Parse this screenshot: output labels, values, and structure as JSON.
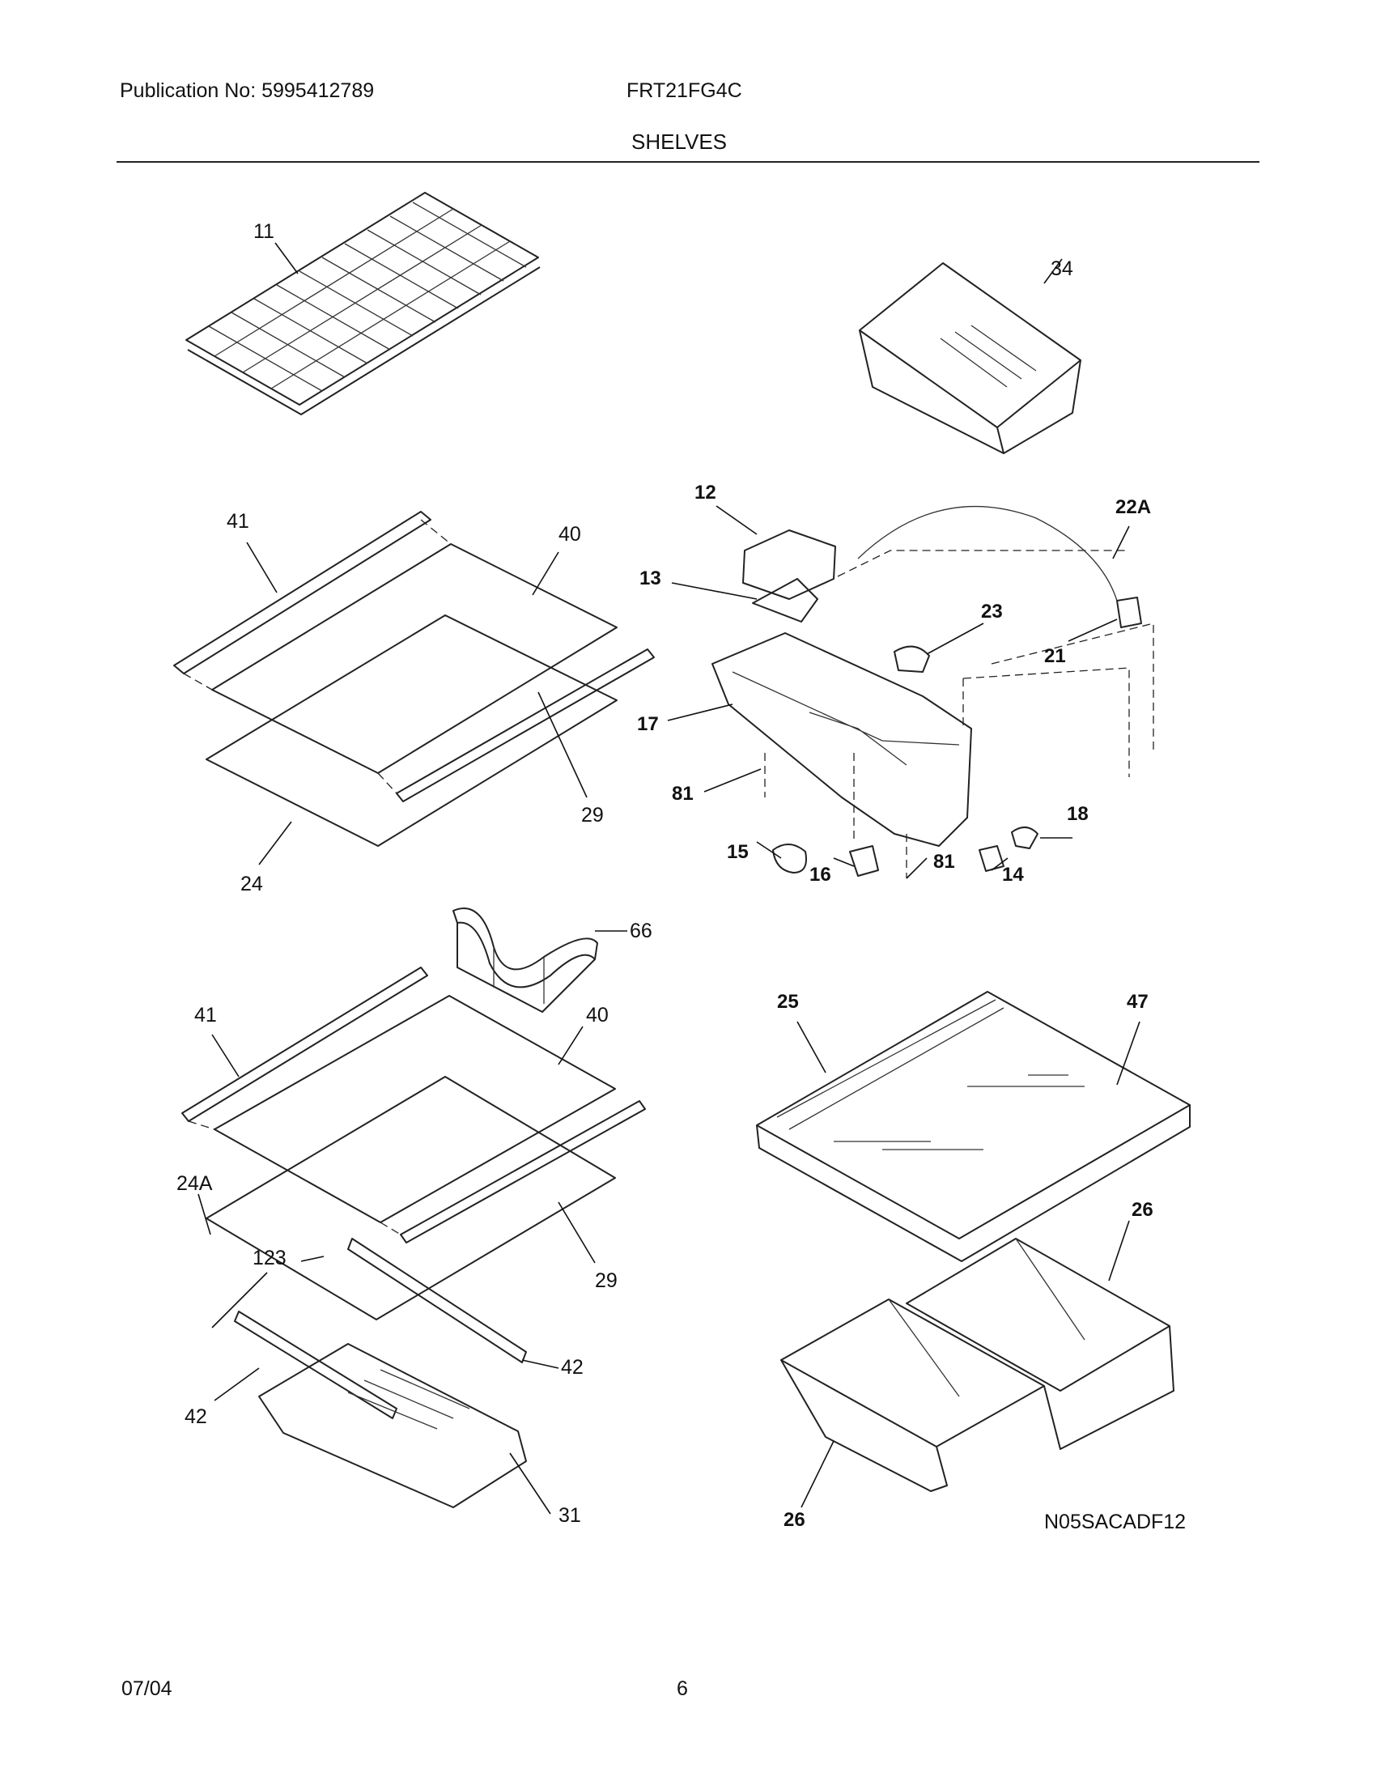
{
  "header": {
    "publication": "Publication No: 5995412789",
    "model": "FRT21FG4C",
    "section_title": "SHELVES"
  },
  "footer": {
    "date": "07/04",
    "page_number": "6"
  },
  "diagram": {
    "drawing_code": "N05SACADF12",
    "callouts": {
      "c11": "11",
      "c34": "34",
      "c41a": "41",
      "c40a": "40",
      "c29a": "29",
      "c24": "24",
      "c66": "66",
      "c12": "12",
      "c22a": "22A",
      "c13": "13",
      "c23": "23",
      "c21": "21",
      "c17": "17",
      "c81a": "81",
      "c18": "18",
      "c15": "15",
      "c16": "16",
      "c81b": "81",
      "c14": "14",
      "c41b": "41",
      "c40b": "40",
      "c24a": "24A",
      "c123": "123",
      "c29b": "29",
      "c42a": "42",
      "c42b": "42",
      "c31": "31",
      "c25": "25",
      "c47": "47",
      "c26a": "26",
      "c26b": "26"
    }
  }
}
